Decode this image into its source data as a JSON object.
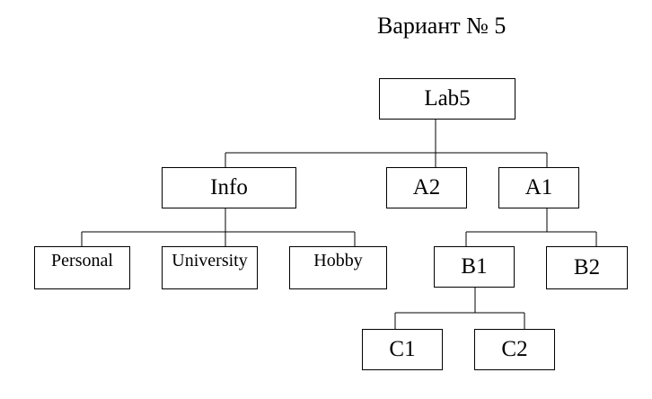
{
  "title": "Вариант № 5",
  "nodes": {
    "lab5": "Lab5",
    "info": "Info",
    "a2": "A2",
    "a1": "A1",
    "personal": "Personal",
    "university": "University",
    "hobby": "Hobby",
    "b1": "B1",
    "b2": "B2",
    "c1": "C1",
    "c2": "C2"
  }
}
